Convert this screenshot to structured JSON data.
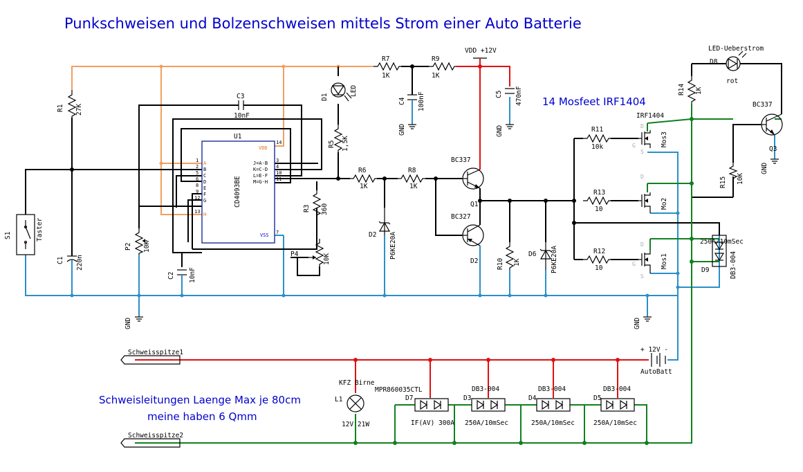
{
  "title": "Punkschweisen und Bolzenschweisen mittels Strom einer Auto Batterie",
  "notes": {
    "mosfets": "14 Mosfeet IRF1404",
    "cable_length": "Schweisleitungen Laenge Max je 80cm",
    "cable_cross": "meine haben 6 Qmm"
  },
  "power": {
    "vdd": "VDD +12V",
    "gnd": "GND",
    "battery": {
      "ref": "+   12V  -",
      "name": "AutoBatt"
    }
  },
  "connectors": {
    "tip1": "Schweisspitze1",
    "tip2": "Schweisspitze2"
  },
  "ic": {
    "ref": "U1",
    "part": "CD4093BE",
    "inputs": [
      "A",
      "B",
      "C",
      "D",
      "E",
      "F",
      "G",
      "H"
    ],
    "outputs": [
      "J=A·B",
      "K=C·D",
      "L=E·F",
      "M=G·H"
    ],
    "vdd": "VDD",
    "vss": "VSS",
    "pins_left": [
      "1",
      "2",
      "5",
      "6",
      "8",
      "9",
      "12",
      "13"
    ],
    "pins_right": [
      "14",
      "3",
      "4",
      "10",
      "11",
      "7"
    ]
  },
  "components": {
    "S1": {
      "ref": "S1",
      "value": "Taster"
    },
    "R1": {
      "ref": "R1",
      "value": "27K"
    },
    "C1": {
      "ref": "C1",
      "value": "220n"
    },
    "P2": {
      "ref": "P2",
      "value": "10K"
    },
    "C2": {
      "ref": "C2",
      "value": "10nF"
    },
    "C3": {
      "ref": "C3",
      "value": "10nF"
    },
    "R3": {
      "ref": "R3",
      "value": "360"
    },
    "P4": {
      "ref": "P4",
      "value": "10K"
    },
    "D1": {
      "ref": "D1",
      "value": "LED"
    },
    "R5": {
      "ref": "R5",
      "value": "1,5K"
    },
    "R7": {
      "ref": "R7",
      "value": "1K"
    },
    "R9": {
      "ref": "R9",
      "value": "1K"
    },
    "C4": {
      "ref": "C4",
      "value": "100nF"
    },
    "C5": {
      "ref": "C5",
      "value": "470nF"
    },
    "R6": {
      "ref": "R6",
      "value": "1K"
    },
    "R8": {
      "ref": "R8",
      "value": "1K"
    },
    "D2": {
      "ref": "D2",
      "value": "P6KE20A"
    },
    "Q1": {
      "ref": "Q1",
      "value": "BC337"
    },
    "Q2": {
      "ref": "D2",
      "value": "BC327"
    },
    "R10": {
      "ref": "R10",
      "value": "1K"
    },
    "D6": {
      "ref": "D6",
      "value": "P6KE20A"
    },
    "R11": {
      "ref": "R11",
      "value": "10k"
    },
    "R13": {
      "ref": "R13",
      "value": "10"
    },
    "R12": {
      "ref": "R12",
      "value": "10"
    },
    "M3": {
      "ref": "IRF1404",
      "value": "Mos3"
    },
    "M2": {
      "ref": "",
      "value": "Mo2"
    },
    "M1": {
      "ref": "",
      "value": "Mos1"
    },
    "D8": {
      "ref": "D8",
      "value": "rot",
      "title": "LED-Ueberstrom"
    },
    "R14": {
      "ref": "R14",
      "value": "1K"
    },
    "Q3": {
      "ref": "Q3",
      "value": "BC337"
    },
    "R15": {
      "ref": "R15",
      "value": "10K"
    },
    "D9": {
      "ref": "D9",
      "value": "DB3-004",
      "note": "250A/10mSec"
    },
    "L1": {
      "ref": "L1",
      "value": "KFZ Birne",
      "rating": "12V 21W"
    },
    "D7": {
      "ref": "D7",
      "value": "MPR860035CTL",
      "rating": "IF(AV) 300A"
    },
    "D3": {
      "ref": "D3",
      "value": "DB3-004",
      "rating": "250A/10mSec"
    },
    "D4": {
      "ref": "D4",
      "value": "DB3-004",
      "rating": "250A/10mSec"
    },
    "D5": {
      "ref": "D5",
      "value": "DB3-004",
      "rating": "250A/10mSec"
    }
  },
  "mos_pins": {
    "d": "D",
    "g": "G",
    "s": "S"
  },
  "colors": {
    "title": "#0000cc",
    "wire_control": "#000000",
    "wire_ground": "#2a8fc8",
    "wire_trigger": "#f0a060",
    "wire_power": "#e01010",
    "wire_output": "#108020",
    "ic_outline": "#1c2a9a"
  }
}
